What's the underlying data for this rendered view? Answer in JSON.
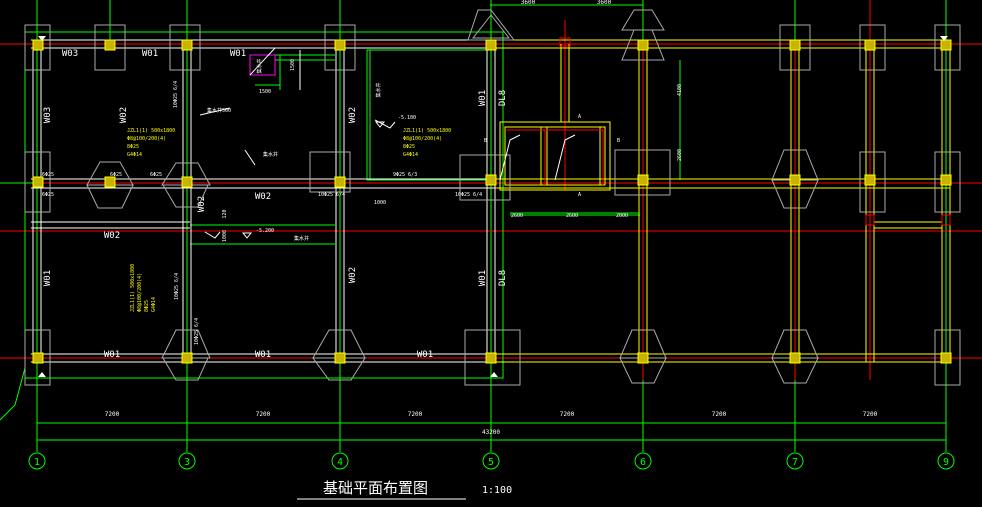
{
  "drawing": {
    "title": "基础平面布置图",
    "scale": "1:100",
    "axes": [
      "1",
      "3",
      "4",
      "5",
      "6",
      "7",
      "9"
    ],
    "span_dims": [
      "7200",
      "7200",
      "7200",
      "7200",
      "7200",
      "7200"
    ],
    "total_dim": "43200",
    "top_dims": [
      "3600",
      "3600"
    ],
    "beam_labels": {
      "w03_top": "W03",
      "w01_top_a": "W01",
      "w01_top_b": "W01",
      "w03_left": "W03",
      "w02_v1": "W02",
      "w02_v2": "W02",
      "w01_v5": "W01",
      "dl8_top": "DL8",
      "w02_mid_h": "W02",
      "w02_mid_v": "W02",
      "w02_left_h": "W02",
      "w01_left_v": "W01",
      "w02_v4b": "W02",
      "w01_v5b": "W01",
      "dl8_bot": "DL8",
      "w01_bot_a": "W01",
      "w01_bot_b": "W01",
      "w01_bot_c": "W01"
    },
    "dims_misc": {
      "d1500a": "1500",
      "d1500b": "1500",
      "d2600a": "2600",
      "d2600b": "2600",
      "d2000": "2000",
      "d2600v": "2600",
      "d1000a": "1000",
      "d1000b": "1000",
      "d120": "120",
      "d4100": "4100"
    },
    "elevations": {
      "e1": "-5.100",
      "e2": "-5.200"
    },
    "notes": {
      "jishui1": "集水井",
      "jishui2": "集水井",
      "jishui3": "集水井",
      "jishui4": "集水井",
      "jishui5": "集水井",
      "jishuicolumn": "集水井500",
      "yellow1a": "JZL1(1) 500x1800",
      "yellow1b": "Φ8@100/200(4)",
      "yellow1c": "8Φ25",
      "yellow1d": "G4Φ14",
      "yellow2a": "JZL1(1) 500x1800",
      "yellow2b": "Φ8@100/200(4)",
      "yellow2c": "8Φ25",
      "yellow2d": "G4Φ14",
      "yellow3a": "JZL1(1) 500x1800",
      "yellow3b": "Φ8@100/200(4)",
      "yellow3c": "8Φ25",
      "yellow3d": "G4Φ14"
    },
    "rebar_tags": {
      "r1": "6Φ25",
      "r2": "6Φ25",
      "r3": "6Φ25",
      "r4": "6Φ25",
      "r5": "10Φ25 6/4",
      "r6": "10Φ25 6/4",
      "r7": "9Φ25 6/3",
      "r8": "10Φ25 6/4",
      "r9": "10Φ25 6/4",
      "r10": "10Φ25 6/4"
    },
    "section_marks": {
      "a1": "A",
      "a2": "A",
      "b1": "B",
      "b2": "B"
    },
    "colors": {
      "grid_red": "#ff0000",
      "dim_green": "#00ff00",
      "beam_white": "#ffffff",
      "beam_yellow": "#ffff00",
      "column_fill": "#c8b400",
      "magenta": "#ff00ff"
    }
  }
}
